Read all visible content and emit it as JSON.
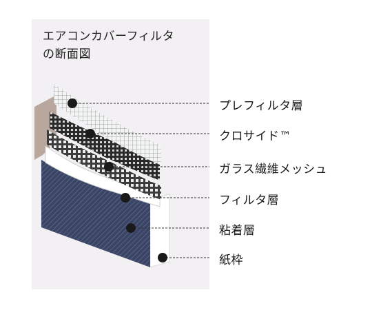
{
  "title_line1": "エアコンカバーフィルタ",
  "title_line2": "の断面図",
  "layers": [
    {
      "id": "prefilter",
      "label": "プレフィルタ層"
    },
    {
      "id": "crosside",
      "label": "クロサイド™"
    },
    {
      "id": "glassmesh",
      "label": "ガラス繊維メッシュ"
    },
    {
      "id": "filter",
      "label": "フィルタ層"
    },
    {
      "id": "adhesive",
      "label": "粘着層"
    },
    {
      "id": "paperframe",
      "label": "紙枠"
    }
  ],
  "colors": {
    "panel_bg": "#f2f0f2",
    "leader_line": "#333333",
    "dot": "#1a1a1a",
    "frame_brown": "#b9a79d",
    "adhesive_navy": "#3a4566"
  }
}
